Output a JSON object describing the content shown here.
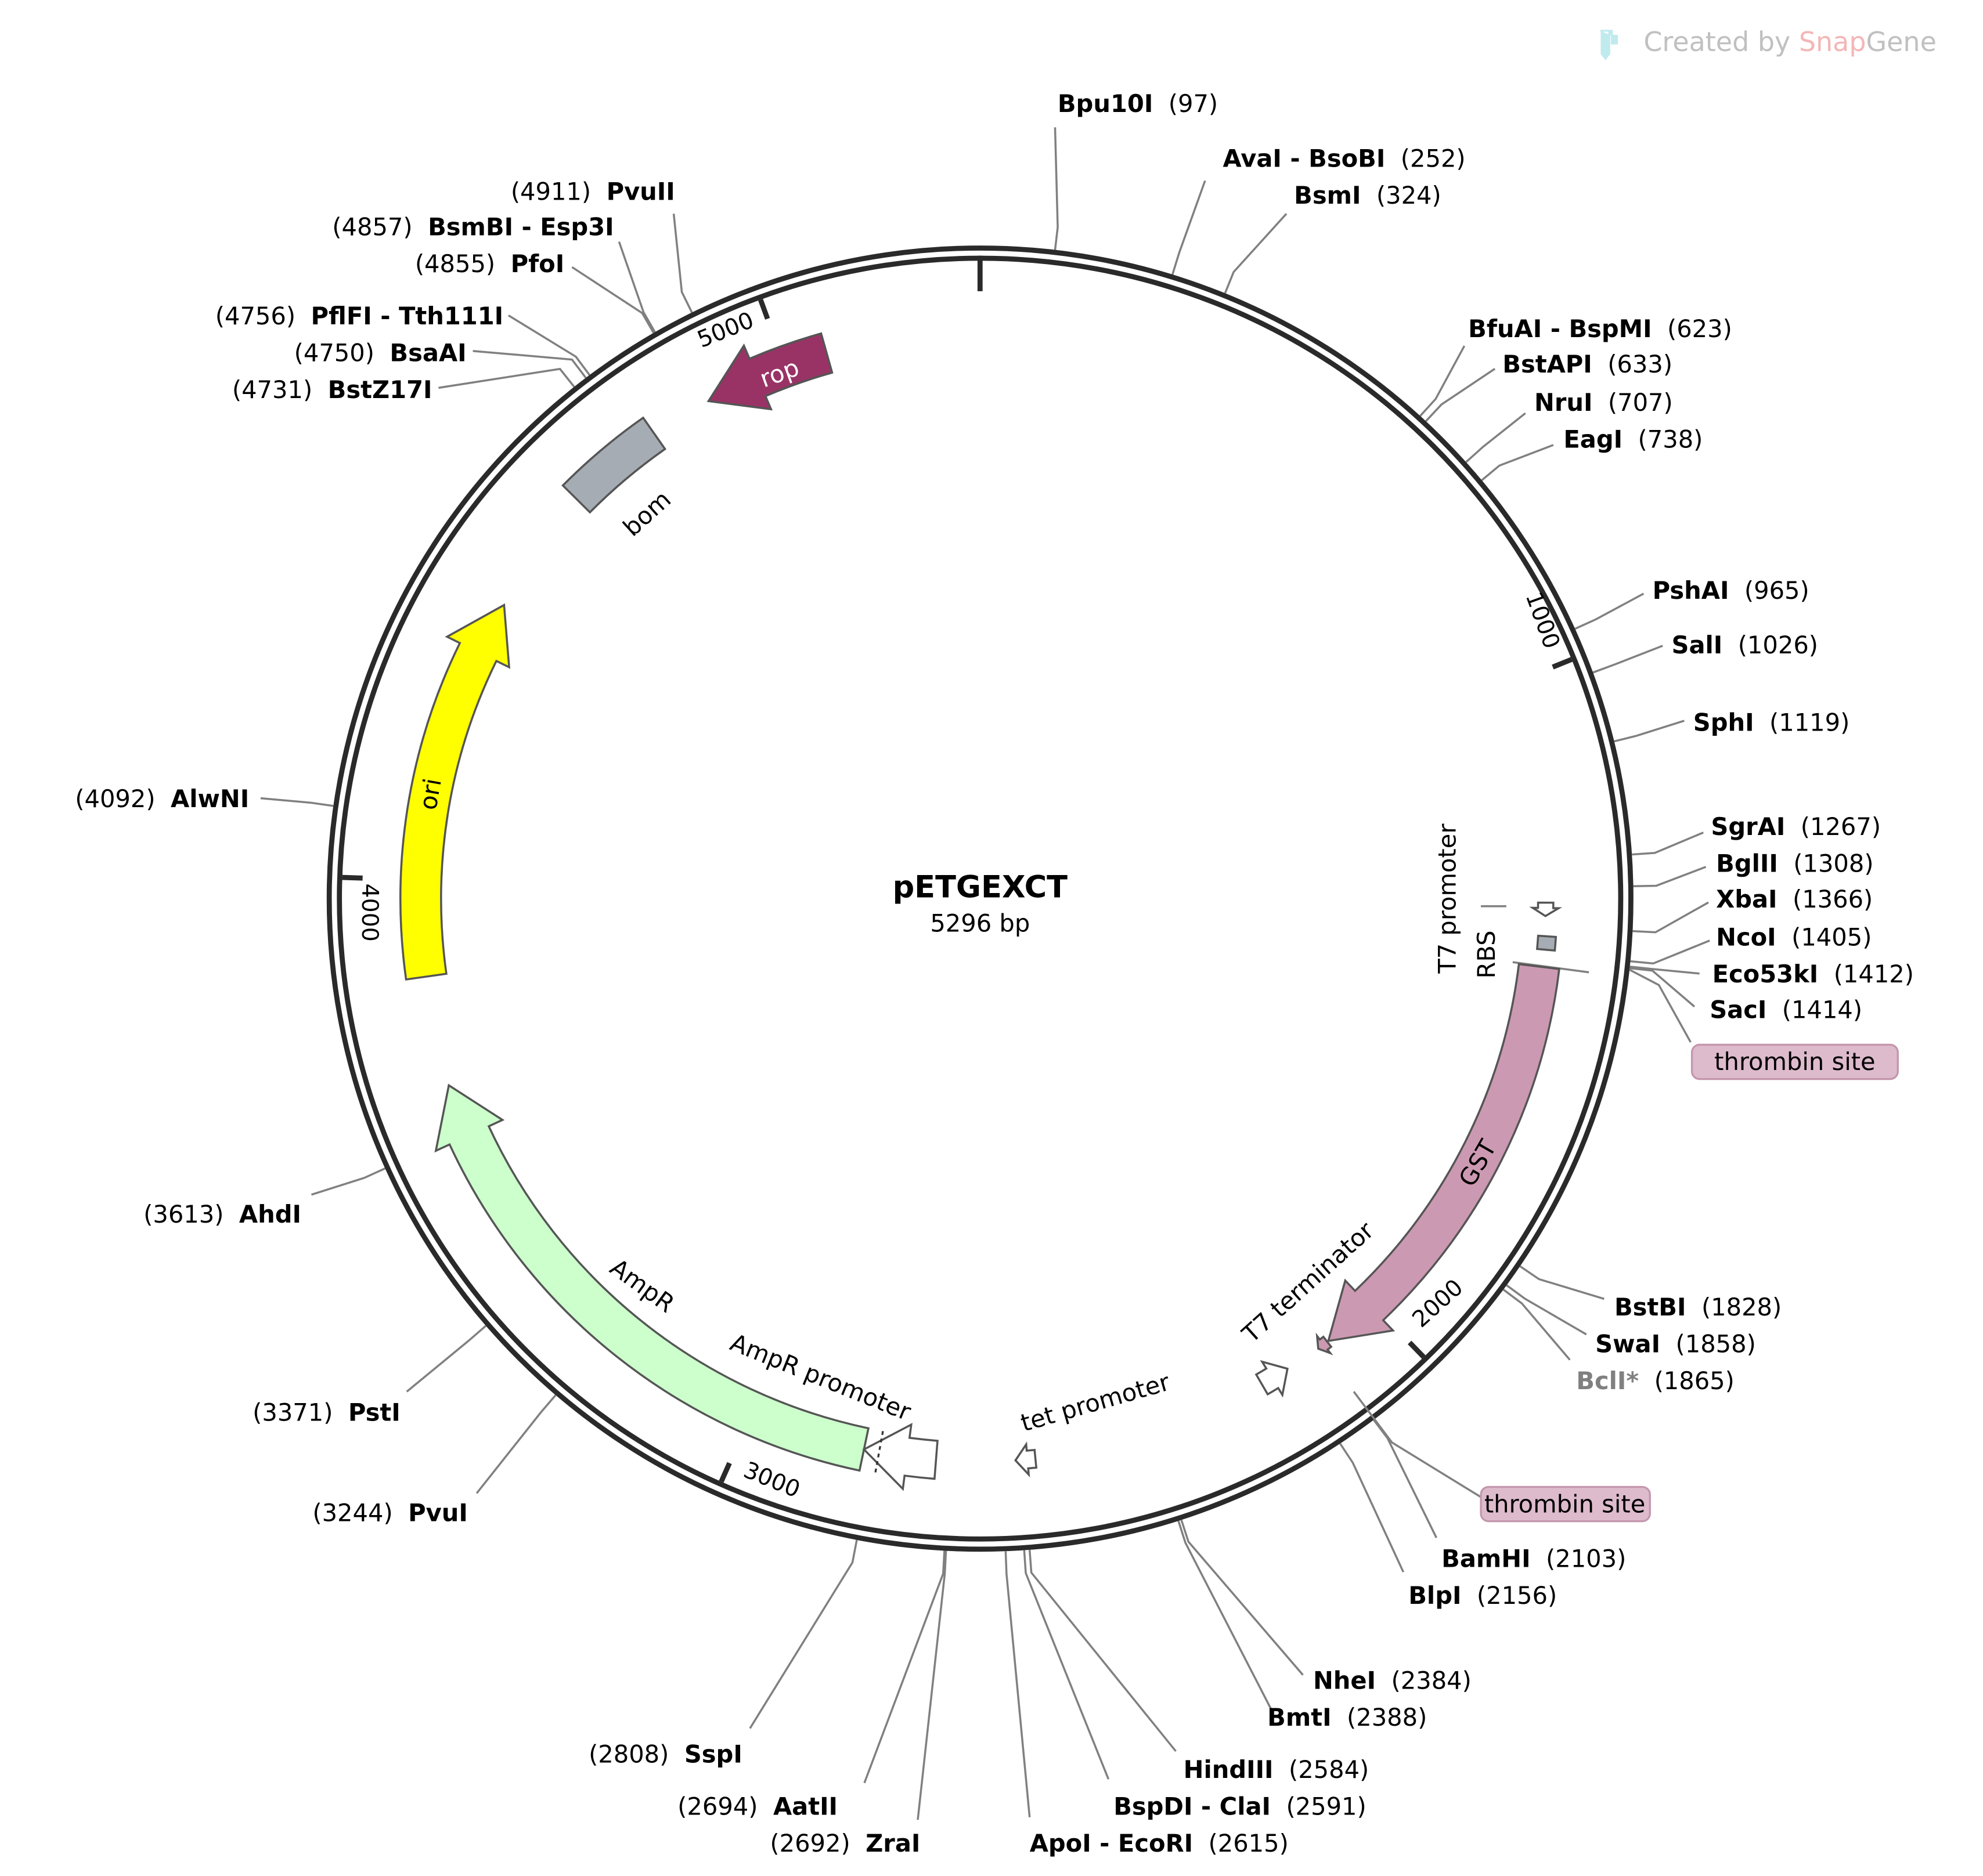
{
  "watermark": {
    "prefix": "Created by ",
    "brand1": "Snap",
    "brand2": "Gene"
  },
  "plasmid": {
    "name": "pETGEXCT",
    "length_label": "5296 bp",
    "length": 5296
  },
  "ticks": [
    {
      "label": "1000",
      "pos": 1000
    },
    {
      "label": "2000",
      "pos": 2000
    },
    {
      "label": "3000",
      "pos": 3000
    },
    {
      "label": "4000",
      "pos": 4000
    },
    {
      "label": "5000",
      "pos": 5000
    }
  ],
  "features": [
    {
      "name": "rop",
      "start": 5065,
      "end": 4875,
      "color": "#993366",
      "direction": "reverse"
    },
    {
      "name": "bom",
      "start": 4630,
      "end": 4781,
      "color": "#a6acb3",
      "direction": "none"
    },
    {
      "name": "ori",
      "start": 3854,
      "end": 4438,
      "color": "#ffff00",
      "direction": "forward"
    },
    {
      "name": "AmpR",
      "start": 2823,
      "end": 3687,
      "color": "#ccffcc",
      "direction": "forward"
    },
    {
      "name": "AmpR promoter",
      "start": 2714,
      "end": 2823,
      "color": "#ffffff",
      "direction": "forward"
    },
    {
      "name": "tet promoter",
      "start": 2565,
      "end": 2595,
      "color": "#ffffff",
      "direction": "forward"
    },
    {
      "name": "T7 terminator",
      "start": 2205,
      "end": 2160,
      "color": "#ffffff",
      "direction": "reverse"
    },
    {
      "name": "GST",
      "start": 1426,
      "end": 2086,
      "color": "#cc99b2",
      "direction": "forward"
    },
    {
      "name": "T7 promoter",
      "start": 1330,
      "end": 1350,
      "color": "#ffffff",
      "direction": "forward"
    },
    {
      "name": "RBS",
      "start": 1380,
      "end": 1400,
      "color": "#a6acb3",
      "direction": "none"
    },
    {
      "name": "thrombin site",
      "start": 2088,
      "end": 2105,
      "color": "#cc99b2",
      "direction": "forward"
    }
  ],
  "site_badges": [
    {
      "label": "thrombin site",
      "color": "#ddbbcc"
    },
    {
      "label": "thrombin site",
      "color": "#ddbbcc"
    }
  ],
  "enzymes": [
    {
      "name": "Bpu10I",
      "pos": 97,
      "pos_label": "(97)"
    },
    {
      "name": "AvaI - BsoBI",
      "pos": 252,
      "pos_label": "(252)"
    },
    {
      "name": "BsmI",
      "pos": 324,
      "pos_label": "(324)"
    },
    {
      "name": "BfuAI - BspMI",
      "pos": 623,
      "pos_label": "(623)"
    },
    {
      "name": "BstAPI",
      "pos": 633,
      "pos_label": "(633)"
    },
    {
      "name": "NruI",
      "pos": 707,
      "pos_label": "(707)"
    },
    {
      "name": "EagI",
      "pos": 738,
      "pos_label": "(738)"
    },
    {
      "name": "PshAI",
      "pos": 965,
      "pos_label": "(965)"
    },
    {
      "name": "SalI",
      "pos": 1026,
      "pos_label": "(1026)"
    },
    {
      "name": "SphI",
      "pos": 1119,
      "pos_label": "(1119)"
    },
    {
      "name": "SgrAI",
      "pos": 1267,
      "pos_label": "(1267)"
    },
    {
      "name": "BglII",
      "pos": 1308,
      "pos_label": "(1308)"
    },
    {
      "name": "XbaI",
      "pos": 1366,
      "pos_label": "(1366)"
    },
    {
      "name": "NcoI",
      "pos": 1405,
      "pos_label": "(1405)"
    },
    {
      "name": "Eco53kI",
      "pos": 1412,
      "pos_label": "(1412)"
    },
    {
      "name": "SacI",
      "pos": 1414,
      "pos_label": "(1414)"
    },
    {
      "name": "BstBI",
      "pos": 1828,
      "pos_label": "(1828)"
    },
    {
      "name": "SwaI",
      "pos": 1858,
      "pos_label": "(1858)"
    },
    {
      "name": "BclI*",
      "pos": 1865,
      "pos_label": "(1865)",
      "dim": true
    },
    {
      "name": "BamHI",
      "pos": 2103,
      "pos_label": "(2103)"
    },
    {
      "name": "BlpI",
      "pos": 2156,
      "pos_label": "(2156)"
    },
    {
      "name": "NheI",
      "pos": 2384,
      "pos_label": "(2384)"
    },
    {
      "name": "BmtI",
      "pos": 2388,
      "pos_label": "(2388)"
    },
    {
      "name": "HindIII",
      "pos": 2584,
      "pos_label": "(2584)"
    },
    {
      "name": "BspDI - ClaI",
      "pos": 2591,
      "pos_label": "(2591)"
    },
    {
      "name": "ApoI - EcoRI",
      "pos": 2615,
      "pos_label": "(2615)"
    },
    {
      "name": "ZraI",
      "pos": 2692,
      "pos_label": "(2692)"
    },
    {
      "name": "AatII",
      "pos": 2694,
      "pos_label": "(2694)"
    },
    {
      "name": "SspI",
      "pos": 2808,
      "pos_label": "(2808)"
    },
    {
      "name": "PvuI",
      "pos": 3244,
      "pos_label": "(3244)"
    },
    {
      "name": "PstI",
      "pos": 3371,
      "pos_label": "(3371)"
    },
    {
      "name": "AhdI",
      "pos": 3613,
      "pos_label": "(3613)"
    },
    {
      "name": "AlwNI",
      "pos": 4092,
      "pos_label": "(4092)"
    },
    {
      "name": "BstZ17I",
      "pos": 4731,
      "pos_label": "(4731)"
    },
    {
      "name": "BsaAI",
      "pos": 4750,
      "pos_label": "(4750)"
    },
    {
      "name": "PflFI - Tth111I",
      "pos": 4756,
      "pos_label": "(4756)"
    },
    {
      "name": "PfoI",
      "pos": 4855,
      "pos_label": "(4855)"
    },
    {
      "name": "BsmBI - Esp3I",
      "pos": 4857,
      "pos_label": "(4857)"
    },
    {
      "name": "PvuII",
      "pos": 4911,
      "pos_label": "(4911)"
    }
  ]
}
